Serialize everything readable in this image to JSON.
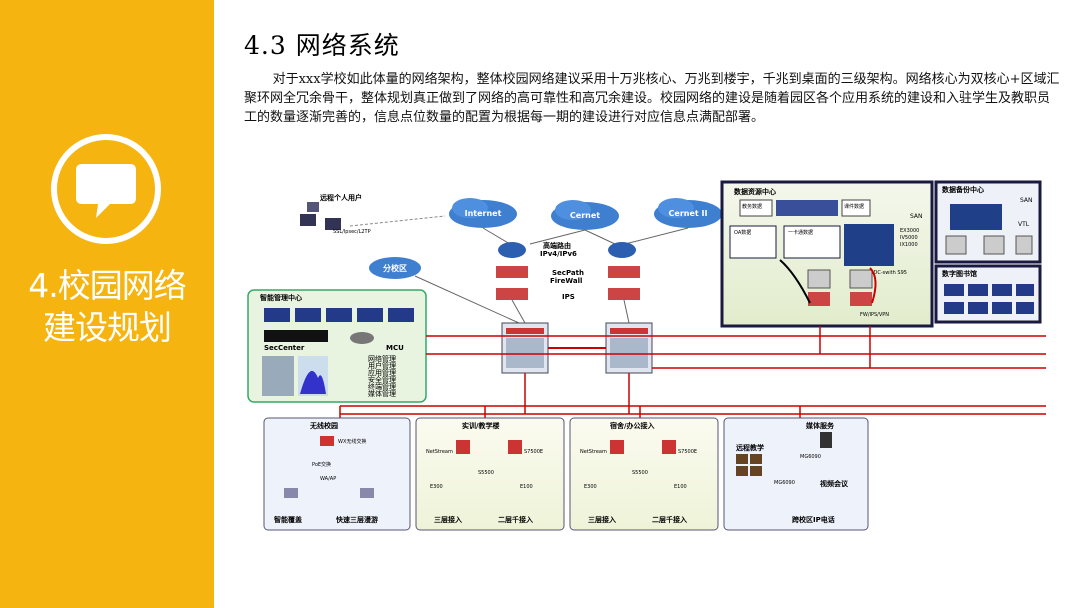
{
  "sidebar": {
    "bg_color": "#F5B40F",
    "icon": "chat-bubble-icon",
    "section_title": "4.校园网络\n建设规划"
  },
  "heading": "4.3 网络系统",
  "paragraph": "对于xxx学校如此体量的网络架构，整体校园网络建议采用十万兆核心、万兆到楼宇，千兆到桌面的三级架构。网络核心为双核心+区域汇聚环网全冗余骨干，整体规划真正做到了网络的高可靠性和高冗余建设。校园网络的建设是随着园区各个应用系统的建设和入驻学生及教职员工的数量逐渐完善的，信息点位数量的配置为根据每一期的建设进行对应信息点满配部署。",
  "diagram": {
    "remote_user": "远程个人用户",
    "ssl_label": "SSL/Ipsec/L2TP",
    "clouds": [
      "Internet",
      "Cernet",
      "Cernet II"
    ],
    "router_label": "高端路由\nIPv4/IPv6",
    "firewall_label": "SecPath\nFireWall",
    "ips_label": "IPS",
    "branch_campus": "分校区",
    "mgmt_center": "智能管理中心",
    "secenter": "SecCenter",
    "mcu": "MCU",
    "mgmt_items": [
      "网络管理",
      "用户管理",
      "应用管理",
      "安全管理",
      "终端管理",
      "媒体管理"
    ],
    "datacenter": "数据资源中心",
    "dc_labels": [
      "教务数据",
      "课件数据",
      "OA数据",
      "一卡通数据"
    ],
    "dc_san": "SAN",
    "dc_models": [
      "EX3000",
      "IV5000",
      "IX1000"
    ],
    "idc_label": "IDC-swith S95",
    "fw_vpn": "FW/IPS/VPN",
    "backup_center": "数据备份中心",
    "backup_san": "SAN",
    "backup_vtl": "VTL",
    "library": "数字图书馆",
    "zones": [
      {
        "title": "无线校园",
        "items": [
          "WX无线交换",
          "PoE交换",
          "WA/AP",
          "智能覆盖",
          "快速三层漫游"
        ]
      },
      {
        "title": "实训/教学楼",
        "items": [
          "NetStream",
          "S7500E",
          "S5500",
          "E300",
          "E100",
          "三层接入",
          "二层千接入"
        ]
      },
      {
        "title": "宿舍/办公接入",
        "items": [
          "NetStream",
          "S7500E",
          "S5500",
          "E300",
          "E100",
          "三层接入",
          "二层千接入"
        ]
      },
      {
        "title": "媒体服务",
        "items": [
          "远程教学",
          "MG6090",
          "MG6090",
          "视频会议",
          "跨校区IP电话"
        ]
      }
    ]
  }
}
